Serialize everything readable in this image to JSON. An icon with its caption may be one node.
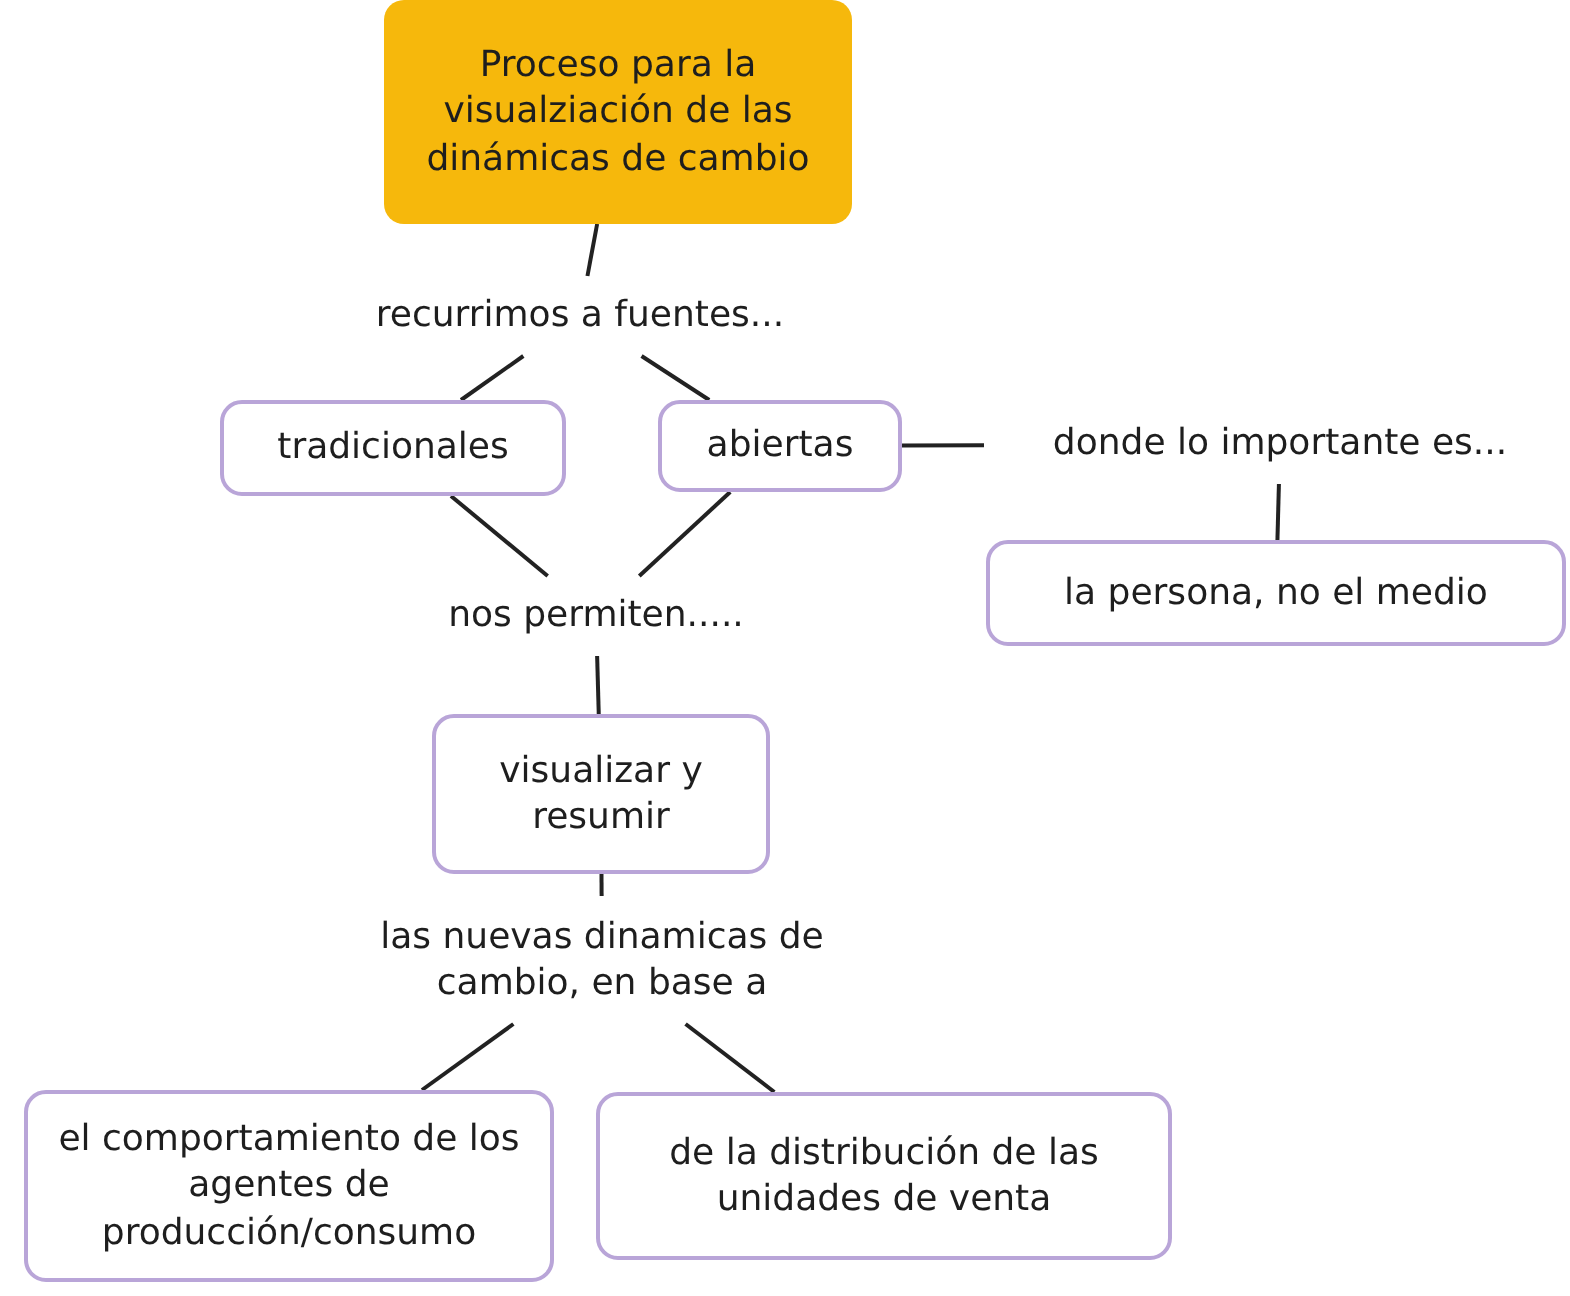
{
  "diagram": {
    "nodes": [
      {
        "text": [
          "Proceso para la visualziación de las dinámicas de cambio"
        ]
      },
      {
        "text": [
          "recurrimos a fuentes..."
        ]
      },
      {
        "text": [
          "tradicionales"
        ]
      },
      {
        "text": [
          "abiertas"
        ]
      },
      {
        "text": [
          "donde lo importante es..."
        ]
      },
      {
        "text": [
          "la persona, no el medio"
        ]
      },
      {
        "text": [
          "nos permiten....."
        ]
      },
      {
        "text": [
          "visualizar y resumir"
        ]
      },
      {
        "text": [
          "las nuevas dinamicas de cambio, en base a"
        ]
      },
      {
        "text": [
          "el comportamiento de los agentes de producción/consumo"
        ]
      },
      {
        "text": [
          "de la distribución de las unidades de venta"
        ]
      }
    ],
    "edges": [
      {
        "from": 0,
        "to": 1,
        "arrow": "none"
      },
      {
        "from": 1,
        "to": 2,
        "arrow": "none"
      },
      {
        "from": 1,
        "to": 3,
        "arrow": "none"
      },
      {
        "from": 3,
        "to": 4,
        "arrow": "none"
      },
      {
        "from": 4,
        "to": 5,
        "arrow": "none"
      },
      {
        "from": 2,
        "to": 6,
        "arrow": "none"
      },
      {
        "from": 3,
        "to": 6,
        "arrow": "none"
      },
      {
        "from": 6,
        "to": 7,
        "arrow": "none"
      },
      {
        "from": 7,
        "to": 8,
        "arrow": "none"
      },
      {
        "from": 8,
        "to": 9,
        "arrow": "none"
      },
      {
        "from": 8,
        "to": 10,
        "arrow": "none"
      }
    ]
  }
}
